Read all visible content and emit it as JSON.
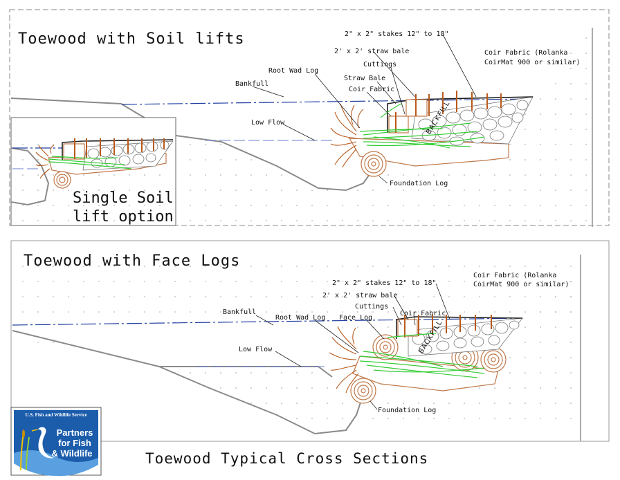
{
  "footer_title": "Toewood Typical Cross Sections",
  "top_panel": {
    "title": "Toewood with Soil lifts",
    "inset_label_line1": "Single Soil",
    "inset_label_line2": "lift option",
    "labels": {
      "stakes": "2\" x 2\" stakes 12\" to 18\"",
      "straw_bale_size": "2' x 2' straw bale",
      "coir_spec_1": "Coir Fabric (Rolanka",
      "coir_spec_2": "CoirMat 900 or similar)",
      "cuttings": "Cuttings",
      "root_wad_log": "Root Wad Log",
      "straw_bale": "Straw Bale",
      "bankfull": "Bankfull",
      "coir_fabric": "Coir Fabric",
      "low_flow": "Low Flow",
      "backfill": "BACKFILL",
      "foundation_log": "Foundation Log"
    }
  },
  "bottom_panel": {
    "title": "Toewood with Face Logs",
    "labels": {
      "stakes": "2\" x 2\" stakes 12\" to 18\"",
      "straw_bale_size": "2' x 2' straw bale",
      "coir_spec_1": "Coir Fabric (Rolanka",
      "coir_spec_2": "CoirMat 900 or similar)",
      "cuttings": "Cuttings",
      "coir_fabric": "Coir Fabric",
      "bankfull": "Bankfull",
      "root_wad_log": "Root Wad Log",
      "face_log": "Face Log",
      "low_flow": "Low Flow",
      "backfill": "BACKFILL",
      "foundation_log": "Foundation Log"
    }
  },
  "logo": {
    "agency": "U.S. Fish and Wildlife Service",
    "line1": "Partners",
    "line2": "for Fish",
    "line3": "& Wildlife"
  },
  "colors": {
    "water_line": "#1f3fa0",
    "wood": "#c0784a",
    "vegetation": "#33cc33",
    "logo_blue": "#1b5cab"
  }
}
